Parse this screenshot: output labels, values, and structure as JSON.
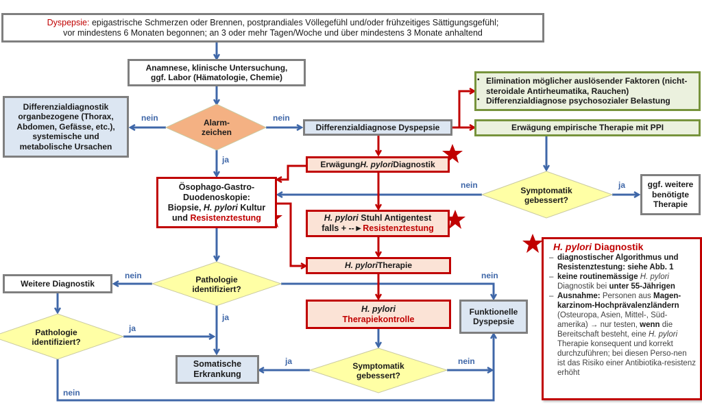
{
  "colors": {
    "flow_blue": "#3f67a8",
    "flow_red": "#c00000",
    "box_gray_border": "#7f7f7f",
    "box_blue_fill": "#dce6f2",
    "box_green_fill": "#ebf1de",
    "box_green_border": "#77933c",
    "box_red_fill": "#fbe3d6",
    "diamond_yellow": "#ffffa5",
    "diamond_orange": "#f4b183"
  },
  "nodes": {
    "definition": {
      "term": "Dyspepsie:",
      "line1": " epigastrische Schmerzen oder Brennen, postprandiales Völlegefühl und/oder frühzeitiges Sättigungsgefühl;",
      "line2": "vor mindestens 6 Monaten begonnen; an 3 oder mehr  Tagen/Woche und über mindestens 3 Monate anhaltend"
    },
    "anamnese": {
      "line1": "Anamnese, klinische Untersuchung,",
      "line2": "ggf. Labor (Hämatologie, Chemie)"
    },
    "ddx_organ": {
      "lines": [
        "Differenzialdiagnostik",
        "organbezogene (Thorax,",
        "Abdomen, Gefässe, etc.),",
        "systemische und",
        "metabolische Ursachen"
      ]
    },
    "alarm": {
      "line1": "Alarm-",
      "line2": "zeichen"
    },
    "ddx_dyspepsie": "Differenzialdiagnose Dyspepsie",
    "elimination": {
      "items": [
        "Elimination möglicher auslösender Faktoren (nicht-steroidale Antirheumatika, Rauchen)",
        "Differenzialdiagnose psychosozialer Belastung"
      ]
    },
    "ppi": "Erwägung empirische Therapie mit PPI",
    "hp_diag": {
      "pre": "Erwägung ",
      "italic": "H. pylori",
      "post": " Diagnostik"
    },
    "ogd": {
      "line1": "Ösophago-Gastro-",
      "line2": "Duodenoskopie:",
      "line3_pre": "Biopsie, ",
      "line3_italic": "H. pylori",
      "line3_post": " Kultur",
      "line4_pre": "und ",
      "line4_red": "Resistenztestung"
    },
    "stool": {
      "italic": "H. pylori",
      "line1_post": "  Stuhl Antigentest",
      "line2_pre": "falls +   --►",
      "line2_red": "Resistenztestung"
    },
    "symptom_top": {
      "line1": "Symptomatik",
      "line2": "gebessert?"
    },
    "further_therapy": {
      "line1": "ggf. weitere",
      "line2": "benötigte",
      "line3": "Therapie"
    },
    "hp_therapy": {
      "italic": "H. pylori",
      "post": "  Therapie"
    },
    "patho_main": {
      "line1": "Pathologie",
      "line2": "identifiziert?"
    },
    "weitere_diag": "Weitere Diagnostik",
    "patho_left": {
      "line1": "Pathologie",
      "line2": "identifiziert?"
    },
    "hp_control": {
      "line1": "H. pylori",
      "line2": "Therapiekontrolle"
    },
    "funktionell": {
      "line1": "Funktionelle",
      "line2": "Dyspepsie"
    },
    "somatic": {
      "line1": "Somatische",
      "line2": "Erkrankung"
    },
    "symptom_bottom": {
      "line1": "Symptomatik",
      "line2": "gebessert?"
    }
  },
  "edge_labels": {
    "alarm_left": "nein",
    "alarm_right": "nein",
    "alarm_down": "ja",
    "symptom_top_left": "nein",
    "symptom_top_right": "ja",
    "patho_main_left": "nein",
    "patho_main_right": "nein",
    "patho_main_down": "ja",
    "patho_left_right": "ja",
    "patho_left_down": "nein",
    "symptom_bottom_left": "ja",
    "symptom_bottom_right": "nein"
  },
  "info_box": {
    "title_italic": "H. pylori",
    "title_rest": " Diagnostik",
    "items": [
      {
        "red": "diagnostischer Algorithmus und Resistenztestung: siehe Abb. 1"
      },
      {
        "bold1": "keine routinemässige ",
        "italic": "H. pylori",
        "text1": " Diagnostik bei ",
        "bold2": "unter 55-Jährigen"
      },
      {
        "bold1": "Ausnahme:",
        "text1": " Personen aus ",
        "bold2": "Magen-karzinom-Hochprävalenzländern",
        "text2": " (Osteuropa, Asien, Mittel-, Süd-amerika) → nur testen, ",
        "bold3": "wenn",
        "text3": " die Bereitschaft besteht, eine ",
        "italic": "H. pylori",
        "text4": " Therapie konsequent und korrekt durchzuführen;  bei diesen Perso-nen ist das Risiko einer Antibiotika-resistenz erhöht"
      }
    ]
  }
}
